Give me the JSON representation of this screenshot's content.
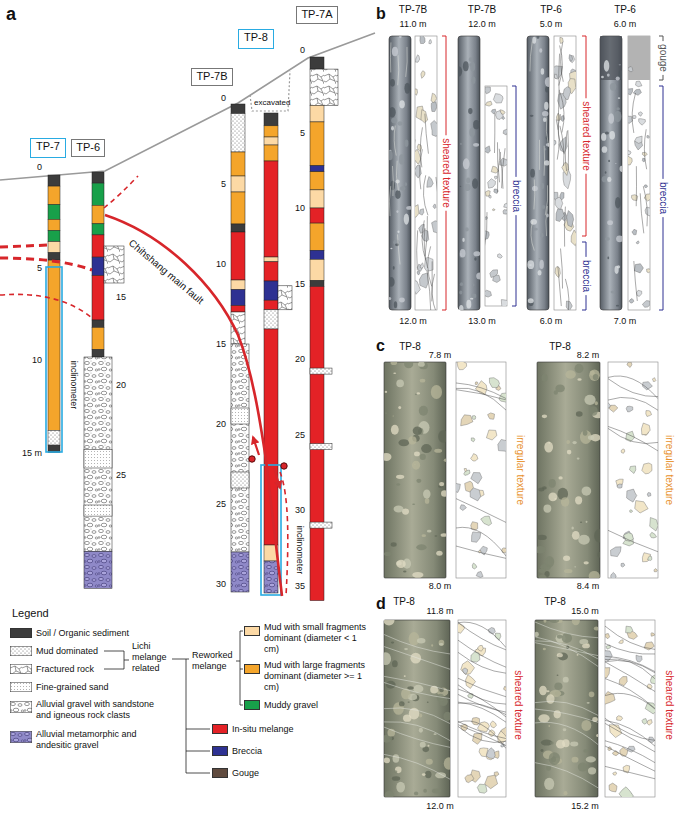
{
  "diagram": {
    "nodes": [
      {
        "text": [
          "TP-7"
        ]
      },
      {
        "text": [
          "TP-6"
        ]
      },
      {
        "text": [
          "TP-7B"
        ]
      },
      {
        "text": [
          "TP-8"
        ]
      },
      {
        "text": [
          "TP-7A"
        ]
      }
    ],
    "labels": [
      "a",
      "0",
      "5",
      "10",
      "15 m",
      "15",
      "20",
      "25",
      "0",
      "5",
      "10",
      "15",
      "20",
      "25",
      "30",
      "0",
      "5",
      "10",
      "15",
      "20",
      "25",
      "30",
      "35",
      "excavated",
      "inclinometer",
      "inclinometer",
      "Chihshang main fault",
      "b",
      "TP-7B",
      "11.0 m",
      "12.0 m",
      "sheared texture",
      "TP-7B",
      "12.0 m",
      "13.0 m",
      "breccia",
      "TP-6",
      "5.0 m",
      "6.0 m",
      "sheared texture",
      "breccia",
      "TP-6",
      "6.0 m",
      "7.0 m",
      "gouge",
      "breccia",
      "c",
      "TP-8",
      "7.8 m",
      "8.0 m",
      "irregular texture",
      "TP-8",
      "8.2 m",
      "8.4 m",
      "irregular texture",
      "d",
      "TP-8",
      "11.8 m",
      "12.0 m",
      "sheared texture",
      "TP-8",
      "15.0 m",
      "15.2 m",
      "sheared texture",
      "Legend",
      "Lichi melange related",
      "Reworked melange"
    ],
    "legend": [
      {
        "text": "Soil / Organic sediment",
        "color": "#3c3c3c"
      },
      {
        "text": "Mud dominated"
      },
      {
        "text": "Fractured rock"
      },
      {
        "text": "Fine-grained sand"
      },
      {
        "text": "Alluvial gravel with sandstone and igneous rock clasts"
      },
      {
        "text": "Alluvial metamorphic and andesitic gravel"
      },
      {
        "text": "Mud with small fragments dominant (diameter < 1 cm)",
        "color": "#fcd9a5"
      },
      {
        "text": "Mud with large fragments dominant (diameter >= 1 cm)",
        "color": "#f4a52b"
      },
      {
        "text": "Muddy gravel",
        "color": "#18a04a"
      },
      {
        "text": "In-situ melange",
        "color": "#e42226"
      },
      {
        "text": "Breccia",
        "color": "#2e3192"
      },
      {
        "text": "Gouge",
        "color": "#5f4a3e"
      }
    ]
  }
}
